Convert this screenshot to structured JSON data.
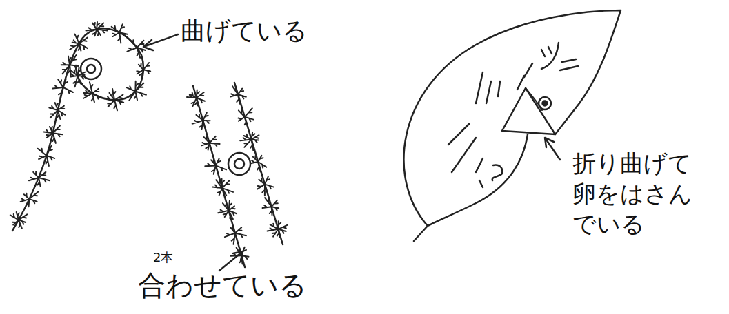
{
  "diagram": {
    "labels": [
      "曲げている",
      "2本",
      "合わせている",
      "折り曲げて 卵をはさんでいる"
    ]
  }
}
